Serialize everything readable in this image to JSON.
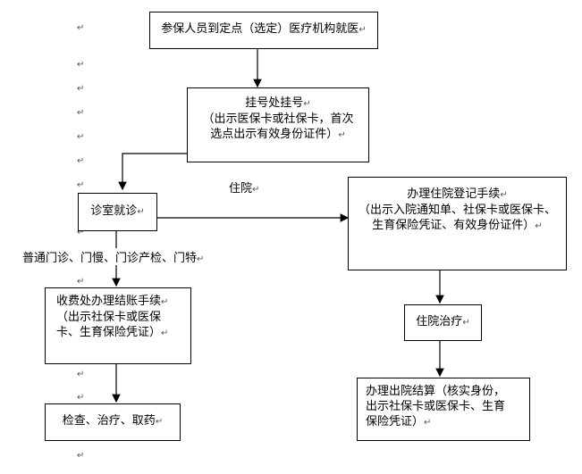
{
  "return_mark": "↵",
  "nodes": {
    "start": {
      "text": "参保人员到定点（选定）医疗机构就医"
    },
    "register": {
      "lines": [
        "挂号处挂号",
        "（出示医保卡或社保卡，首次",
        "选点出示有效身份证件）"
      ]
    },
    "clinic": {
      "text": "诊室就诊"
    },
    "outpatient_billing": {
      "lines": [
        "收费处办理结账手续",
        "（出示社保卡或医保",
        "卡、生育保险凭证）"
      ]
    },
    "exam": {
      "text": "检查、治疗、取药"
    },
    "admission": {
      "lines": [
        "办理住院登记手续",
        "（出示入院通知单、社保卡或医保卡、",
        "生育保险凭证、有效身份证件）"
      ]
    },
    "inpatient": {
      "text": "住院治疗"
    },
    "discharge": {
      "lines": [
        "办理出院结算（核实身份，",
        "出示社保卡或医保卡、生育",
        "保险凭证）"
      ]
    }
  },
  "edge_labels": {
    "hospitalization": "住院",
    "outpatient_types": "普通门诊、门慢、门诊产检、门特"
  }
}
